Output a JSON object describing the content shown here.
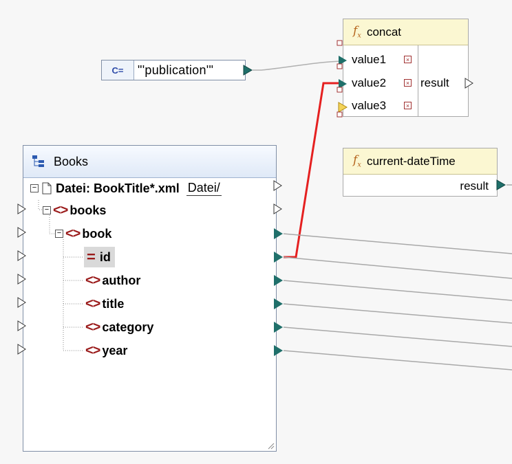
{
  "constant": {
    "tag": "C=",
    "value": "\"'publication'\""
  },
  "concat": {
    "title": "concat",
    "params": [
      "value1",
      "value2",
      "value3"
    ],
    "result": "result"
  },
  "current_datetime": {
    "title": "current-dateTime",
    "result": "result"
  },
  "books": {
    "title": "Books",
    "file_label": "Datei: BookTitle*.xml",
    "file_button": "Datei/",
    "items": {
      "books": "books",
      "book": "book",
      "id": "id",
      "author": "author",
      "title": "title",
      "category": "category",
      "year": "year"
    }
  },
  "colors": {
    "connector_teal": "#1f6f6a",
    "highlight_wire": "#e52020",
    "wire_gray": "#a0a0a0",
    "element_icon": "#9a1a1a"
  }
}
